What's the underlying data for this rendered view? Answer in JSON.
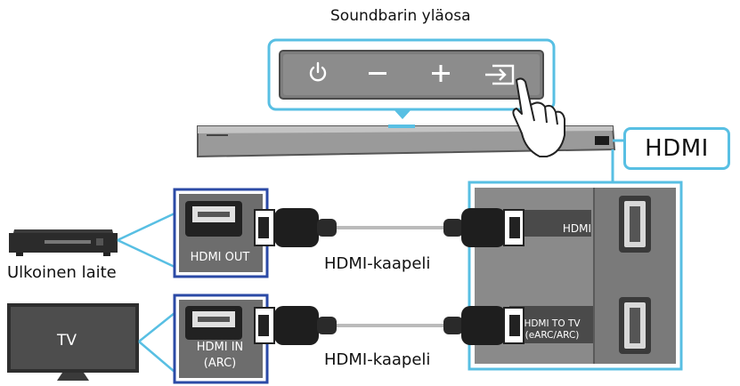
{
  "title": "Soundbarin yläosa",
  "hdmi_callout": "HDMI",
  "external_device_label": "Ulkoinen laite",
  "cable_label_top": "HDMI-kaapeli",
  "cable_label_bottom": "HDMI-kaapeli",
  "hdmi_out_label": "HDMI OUT",
  "hdmi_in_label": [
    "HDMI IN",
    "(ARC)"
  ],
  "tv_label": "TV",
  "panel_hdmi_label": "HDMI",
  "panel_hdmi_tv_label": [
    "HDMI TO TV",
    "(eARC/ARC)"
  ],
  "control_icons": [
    "power-icon",
    "minus-icon",
    "plus-icon",
    "input-source-icon"
  ],
  "colors": {
    "accent_blue": "#58bfe3",
    "panel_gray": "#8a8a8a",
    "dark": "#2b2b2b"
  }
}
